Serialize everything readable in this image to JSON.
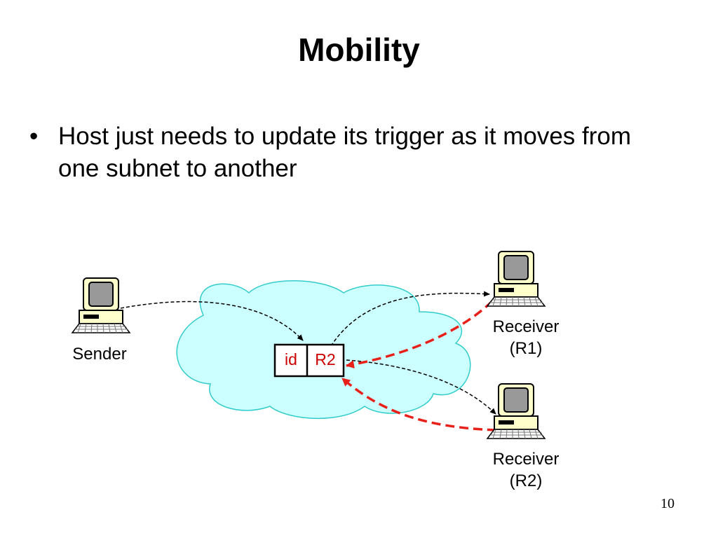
{
  "slide": {
    "title": "Mobility",
    "bullet": "Host just needs to update its trigger as it moves from one subnet to another",
    "bullet_marker": "•",
    "page_number": "10"
  },
  "diagram": {
    "nodes": {
      "sender": {
        "label": "Sender",
        "icon": "computer-icon"
      },
      "receiver1": {
        "label_line1": "Receiver",
        "label_line2": "(R1)",
        "icon": "computer-icon"
      },
      "receiver2": {
        "label_line1": "Receiver",
        "label_line2": "(R2)",
        "icon": "computer-icon"
      },
      "trigger": {
        "id_label": "id",
        "address_label": "R2"
      }
    },
    "colors": {
      "cloud_fill": "#ccffff",
      "cloud_stroke": "#33cccc",
      "update_arrow": "#e8201a",
      "trigger_text": "#cc0000",
      "computer_body": "#ffffcc",
      "computer_screen": "#999999"
    },
    "edges": [
      {
        "from": "sender",
        "to": "trigger",
        "style": "dashed-black"
      },
      {
        "from": "trigger",
        "to": "receiver1",
        "style": "dashed-black"
      },
      {
        "from": "trigger",
        "to": "receiver2",
        "style": "dashed-black"
      },
      {
        "from": "receiver1",
        "to": "trigger",
        "style": "dashed-red"
      },
      {
        "from": "receiver2",
        "to": "trigger",
        "style": "dashed-red"
      }
    ]
  }
}
